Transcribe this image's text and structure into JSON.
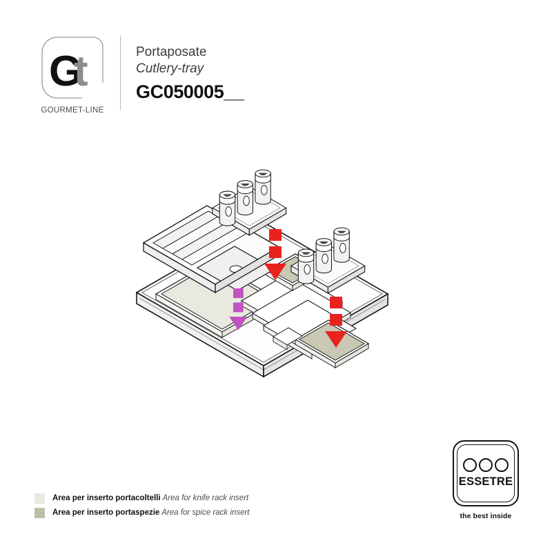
{
  "brand": {
    "logo_letter_dark": "G",
    "logo_letter_light": "t",
    "tagline": "GOURMET-LINE",
    "logo_icon": "rounded-square-outline"
  },
  "product": {
    "name_it": "Portaposate",
    "name_en": "Cutlery-tray",
    "code": "GC050005__"
  },
  "legend": {
    "items": [
      {
        "swatch_color": "#e9e9e0",
        "label_it": "Area per inserto portacoltelli",
        "label_en": "Area for knife rack insert"
      },
      {
        "swatch_color": "#bfbfa8",
        "label_it": "Area per inserto portaspezie",
        "label_en": "Area for spice rack insert"
      }
    ]
  },
  "certification": {
    "word": "ESSETRE",
    "subtitle": "the best inside",
    "dot_count": 3
  },
  "illustration": {
    "caption": "exploded isometric view of cutlery tray with knife rack and spice rack inserts",
    "arrow_spice_color": "#e8231f",
    "arrow_knife_color": "#c154c1",
    "knife_area_fill": "#e9e9e0",
    "spice_area_fill": "#c8c8b4",
    "body_fill": "#fdfdfd",
    "line_color": "#1a1a1a",
    "components": [
      {
        "name": "cutlery-tray-base",
        "kind": "tray"
      },
      {
        "name": "knife-rack-insert",
        "kind": "insert",
        "jars": 0
      },
      {
        "name": "spice-rack-insert-upper",
        "kind": "insert",
        "jars": 3
      },
      {
        "name": "spice-rack-insert-lower",
        "kind": "insert",
        "jars": 3
      }
    ],
    "arrows": [
      {
        "name": "arrow-spice-upper",
        "color": "#e8231f",
        "direction": "down"
      },
      {
        "name": "arrow-spice-lower",
        "color": "#e8231f",
        "direction": "down"
      },
      {
        "name": "arrow-knife",
        "color": "#c154c1",
        "direction": "down"
      }
    ]
  }
}
